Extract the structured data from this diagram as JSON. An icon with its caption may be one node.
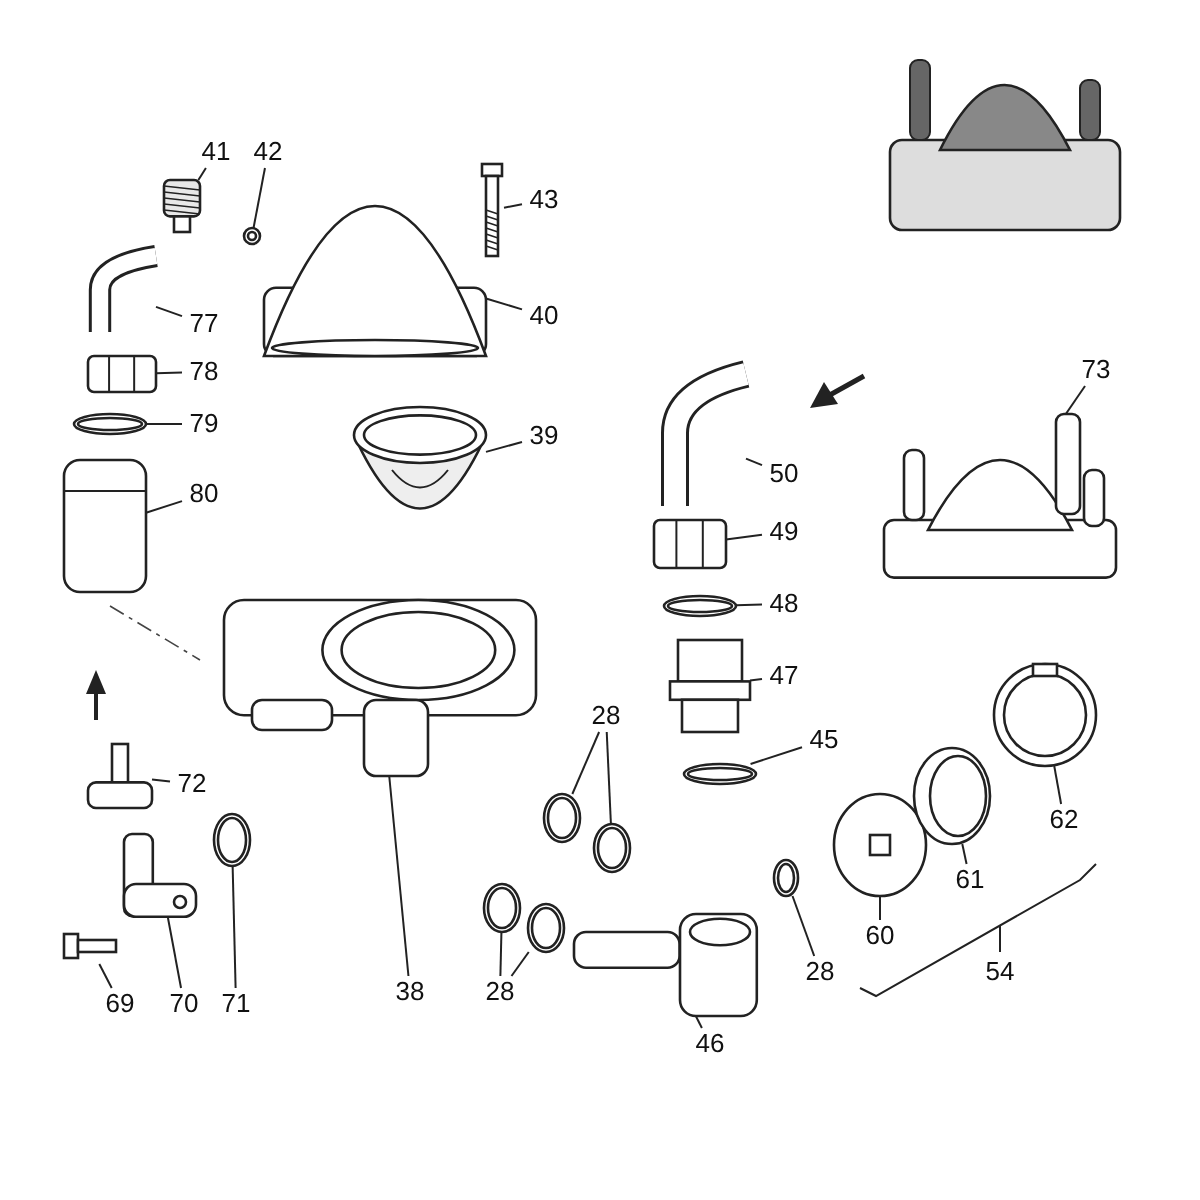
{
  "diagram": {
    "nodes": [
      {
        "text": [
          "41"
        ]
      },
      {
        "text": [],
        "shape": "picture"
      },
      {
        "text": [
          "42"
        ]
      },
      {
        "text": [],
        "shape": "picture"
      },
      {
        "text": [
          "43"
        ]
      },
      {
        "text": [],
        "shape": "picture"
      },
      {
        "text": [
          "77"
        ]
      },
      {
        "text": [],
        "shape": "picture"
      },
      {
        "text": [
          "78"
        ]
      },
      {
        "text": [],
        "shape": "picture"
      },
      {
        "text": [
          "40"
        ]
      },
      {
        "text": [],
        "shape": "picture"
      },
      {
        "text": [
          "79"
        ]
      },
      {
        "text": [],
        "shape": "picture"
      },
      {
        "text": [
          "39"
        ]
      },
      {
        "text": [],
        "shape": "picture"
      },
      {
        "text": [
          "80"
        ]
      },
      {
        "text": [],
        "shape": "picture"
      },
      {
        "text": [
          "50"
        ]
      },
      {
        "text": [],
        "shape": "picture"
      },
      {
        "text": [
          "73"
        ]
      },
      {
        "text": [],
        "shape": "picture"
      },
      {
        "text": [
          "49"
        ]
      },
      {
        "text": [],
        "shape": "picture"
      },
      {
        "text": [
          "48"
        ]
      },
      {
        "text": [],
        "shape": "picture"
      },
      {
        "text": [
          "47"
        ]
      },
      {
        "text": [],
        "shape": "picture"
      },
      {
        "text": [
          "28"
        ]
      },
      {
        "text": [],
        "shape": "picture"
      },
      {
        "text": [],
        "shape": "picture"
      },
      {
        "text": [
          "45"
        ]
      },
      {
        "text": [],
        "shape": "picture"
      },
      {
        "text": [
          "72"
        ]
      },
      {
        "text": [],
        "shape": "picture"
      },
      {
        "text": [
          "62"
        ]
      },
      {
        "text": [],
        "shape": "picture"
      },
      {
        "text": [
          "71"
        ]
      },
      {
        "text": [],
        "shape": "picture"
      },
      {
        "text": [
          "38"
        ]
      },
      {
        "text": [],
        "shape": "picture"
      },
      {
        "text": [
          "28"
        ]
      },
      {
        "text": [],
        "shape": "picture"
      },
      {
        "text": [],
        "shape": "picture"
      },
      {
        "text": [
          "60"
        ]
      },
      {
        "text": [],
        "shape": "picture"
      },
      {
        "text": [
          "61"
        ]
      },
      {
        "text": [],
        "shape": "picture"
      },
      {
        "text": [
          "28"
        ]
      },
      {
        "text": [],
        "shape": "picture"
      },
      {
        "text": [
          "69"
        ]
      },
      {
        "text": [],
        "shape": "picture"
      },
      {
        "text": [
          "70"
        ]
      },
      {
        "text": [],
        "shape": "picture"
      },
      {
        "text": [
          "46"
        ]
      },
      {
        "text": [],
        "shape": "picture"
      }
    ],
    "edges": [
      {
        "from": 0,
        "to": 1,
        "arrow": "none"
      },
      {
        "from": 2,
        "to": 3,
        "arrow": "none"
      },
      {
        "from": 4,
        "to": 5,
        "arrow": "none"
      },
      {
        "from": 6,
        "to": 7,
        "arrow": "none"
      },
      {
        "from": 8,
        "to": 9,
        "arrow": "none"
      },
      {
        "from": 10,
        "to": 11,
        "arrow": "none"
      },
      {
        "from": 12,
        "to": 13,
        "arrow": "none"
      },
      {
        "from": 14,
        "to": 15,
        "arrow": "none"
      },
      {
        "from": 16,
        "to": 17,
        "arrow": "none"
      },
      {
        "from": 18,
        "to": 19,
        "arrow": "none"
      },
      {
        "from": 20,
        "to": 21,
        "arrow": "none"
      },
      {
        "from": 22,
        "to": 23,
        "arrow": "none"
      },
      {
        "from": 24,
        "to": 25,
        "arrow": "none"
      },
      {
        "from": 26,
        "to": 27,
        "arrow": "none"
      },
      {
        "from": 28,
        "to": 29,
        "arrow": "none"
      },
      {
        "from": 28,
        "to": 30,
        "arrow": "none"
      },
      {
        "from": 31,
        "to": 32,
        "arrow": "none"
      },
      {
        "from": 33,
        "to": 34,
        "arrow": "none"
      },
      {
        "from": 35,
        "to": 36,
        "arrow": "none"
      },
      {
        "from": 37,
        "to": 38,
        "arrow": "none"
      },
      {
        "from": 39,
        "to": 40,
        "arrow": "none"
      },
      {
        "from": 41,
        "to": 42,
        "arrow": "none"
      },
      {
        "from": 41,
        "to": 43,
        "arrow": "none"
      },
      {
        "from": 44,
        "to": 45,
        "arrow": "none"
      },
      {
        "from": 46,
        "to": 47,
        "arrow": "none"
      },
      {
        "from": 48,
        "to": 49,
        "arrow": "none"
      },
      {
        "from": 50,
        "to": 51,
        "arrow": "none"
      },
      {
        "from": 52,
        "to": 53,
        "arrow": "none"
      },
      {
        "from": 54,
        "to": 55,
        "arrow": "none"
      }
    ],
    "labels": [
      "54"
    ]
  }
}
